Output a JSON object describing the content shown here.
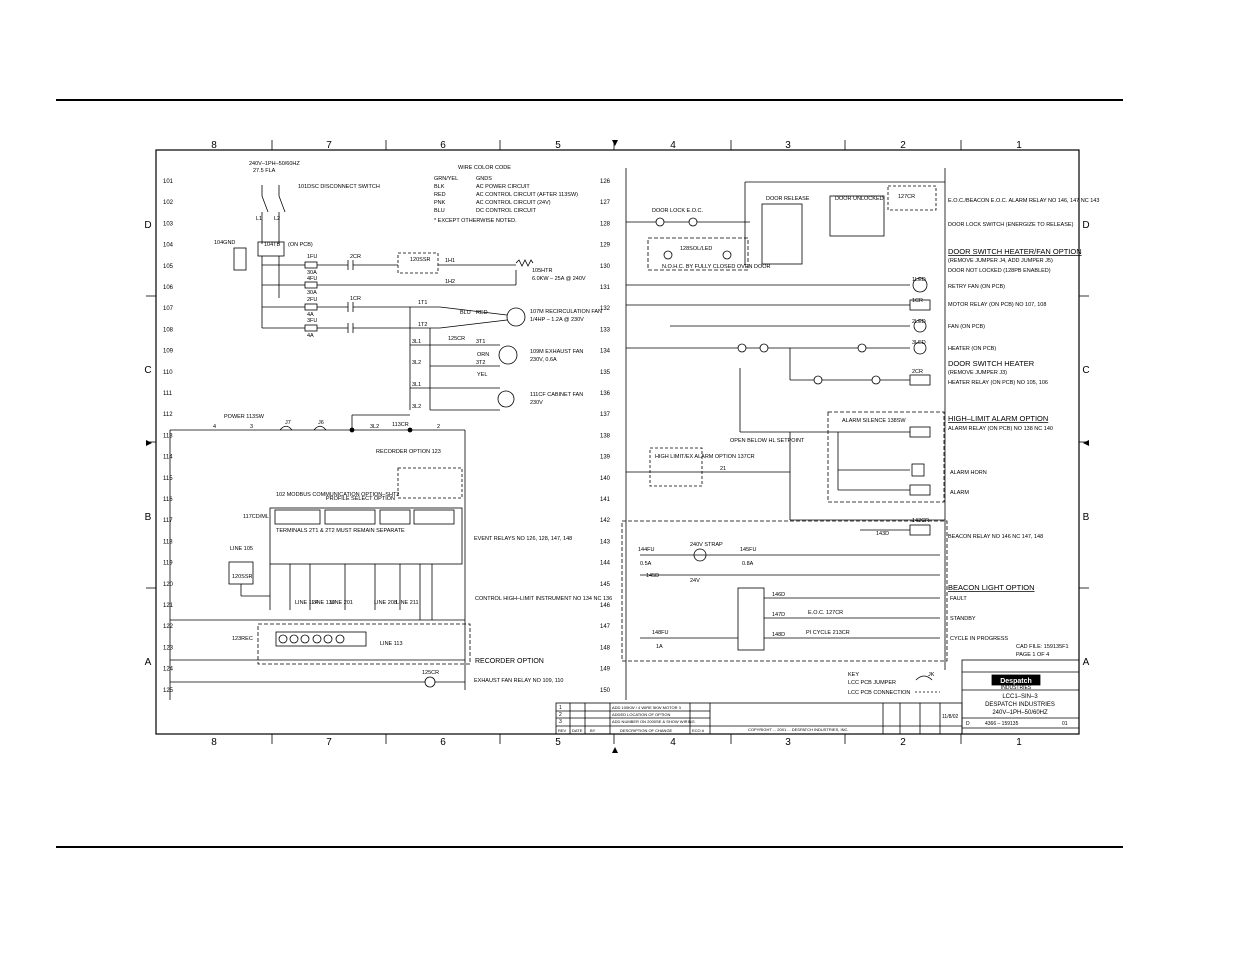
{
  "border": {
    "cols_top": [
      "8",
      "7",
      "6",
      "5",
      "4",
      "3",
      "2",
      "1"
    ],
    "cols_bottom": [
      "8",
      "7",
      "6",
      "5",
      "4",
      "3",
      "2",
      "1"
    ],
    "rows_left": [
      "D",
      "C",
      "B",
      "A"
    ],
    "rows_right": [
      "D",
      "C",
      "B",
      "A"
    ]
  },
  "line_numbers_left": [
    "101",
    "102",
    "103",
    "104",
    "105",
    "106",
    "107",
    "108",
    "109",
    "110",
    "111",
    "112",
    "113",
    "114",
    "115",
    "116",
    "117",
    "118",
    "119",
    "120",
    "121",
    "122",
    "123",
    "124",
    "125"
  ],
  "line_numbers_right": [
    "126",
    "127",
    "128",
    "129",
    "130",
    "131",
    "132",
    "133",
    "134",
    "135",
    "136",
    "137",
    "138",
    "139",
    "140",
    "141",
    "142",
    "143",
    "144",
    "145",
    "146",
    "147",
    "148",
    "149",
    "150"
  ],
  "left": {
    "supply": "240V–1PH–50/60HZ",
    "fla": "27.5 FLA",
    "disconnect": "101DSC DISCONNECT SWITCH",
    "l1": "L1",
    "l2": "L2",
    "ground": "104GND",
    "terminal": "104TB",
    "on_pcb": "(ON PCB)",
    "fuses": [
      {
        "tag": "1FU",
        "rating": "30A"
      },
      {
        "tag": "4FU",
        "rating": "30A"
      },
      {
        "tag": "2FU",
        "rating": "4A"
      },
      {
        "tag": "3FU",
        "rating": "4A"
      }
    ],
    "contact_2cr": "2CR",
    "contact_1cr": "1CR",
    "ssr": "120SSR",
    "heater_title": "105HTR",
    "heater_desc": "6.0KW – 25A @ 240V",
    "rec_fan_title": "107M RECIRCULATION FAN",
    "rec_fan_desc": "1/4HP – 1.2A @ 230V",
    "exh_fan_title": "109M EXHAUST FAN",
    "exh_fan_desc": "230V, 0.6A",
    "cab_fan_title": "111CF CABINET FAN",
    "cab_fan_desc": "230V",
    "wire_labels": [
      "1H1",
      "1H2",
      "1T1",
      "1T2",
      "3L1",
      "3L2",
      "125CR",
      "3T1",
      "3T2",
      "BLU",
      "RED",
      "ORN",
      "YEL",
      "3L1",
      "3L2"
    ],
    "color_code_title": "WIRE COLOR CODE",
    "color_code": [
      {
        "color": "GRN/YEL",
        "use": "GNDS"
      },
      {
        "color": "BLK",
        "use": "AC POWER CIRCUIT"
      },
      {
        "color": "RED",
        "use": "AC CONTROL CIRCUIT (AFTER 113SW)"
      },
      {
        "color": "PNK",
        "use": "AC CONTROL CIRCUIT (24V)"
      },
      {
        "color": "BLU",
        "use": "DC CONTROL CIRCUIT"
      }
    ],
    "color_note": "* EXCEPT OTHERWISE NOTED.",
    "power_switch": "POWER 113SW",
    "control_line": [
      "4",
      "3",
      "J7",
      "J6",
      "3L2",
      "113CR",
      "2"
    ],
    "modbus_title": "102 MODBUS COMMUNICATION OPTION–SHT2",
    "modbus_note": "TERMINALS 2T1 & 2T2 MUST REMAIN SEPARATE",
    "profile_title": "PROFILE SELECT OPTION",
    "recorder_opt": "RECORDER OPTION 123",
    "controller": "117CD/ML",
    "event_relays": "EVENT RELAYS NO 126, 128, 147, 148",
    "line_105": "LINE 105",
    "sensor": "120SSR",
    "lines_bottom": [
      "LINE 124",
      "LINE 130",
      "LINE 201",
      "LINE 208",
      "LINE 211"
    ],
    "control_hl": "CONTROL HIGH–LIMIT INSTRUMENT NO 134 NC 136",
    "recorder_label": "123REC",
    "line_113": "LINE 113",
    "recorder_option": "RECORDER OPTION",
    "exh_relay": "EXHAUST FAN RELAY NO 109, 110",
    "exh_relay_tag": "125CR"
  },
  "right": {
    "door_lock": "DOOR LOCK E.O.C.",
    "door_release": "DOOR RELEASE",
    "door_unlocked": "DOOR UNLOCKED",
    "eoc_relay_tag": "127CR",
    "eoc_relay": "E.O.C./BEACON E.O.C. ALARM RELAY NO 146, 147 NC 143",
    "door_lock_sw": "DOOR LOCK SWITCH (ENERGIZE TO RELEASE)",
    "door_sw_option": "DOOR SWITCH HEATER/FAN OPTION",
    "door_sw_option_note": "(REMOVE JUMPER J4, ADD JUMPER J5)",
    "door_not_locked": "DOOR NOT LOCKED (128PB ENABLED)",
    "sol_label": "128SOL/LED",
    "nohc_label": "N.O.H.C. BY FULLY CLOSED OVEN DOOR",
    "retry_fan": "RETRY FAN (ON PCB)",
    "motor_relay": "MOTOR RELAY (ON PCB) NO 107, 108",
    "fan_relay": "FAN (ON PCB)",
    "heater_pcb": "HEATER (ON PCB)",
    "door_sw_heater": "DOOR SWITCH HEATER",
    "door_sw_heater_note": "(REMOVE JUMPER J3)",
    "heater_relay": "HEATER RELAY (ON PCB) NO 105, 106",
    "led_tags": [
      "1LED",
      "1CR",
      "2LED",
      "3LED",
      "2CR"
    ],
    "hl_option": "HIGH–LIMIT ALARM OPTION",
    "alarm_silence": "ALARM SILENCE 138SW",
    "alarm_relay": "ALARM RELAY (ON PCB) NO 138 NC 140",
    "alarm_horn": "ALARM HORN",
    "alarm": "ALARM",
    "open_below": "OPEN BELOW HL SETPOINT",
    "hl_ex": "HIGH LIMIT/EX ALARM OPTION 137CR",
    "beacon_relay": "BEACON RELAY NO 146 NC 147, 148",
    "strap": "240V STRAP",
    "beacon_option": "BEACON LIGHT OPTION",
    "fault": "FAULT",
    "standby": "STANDBY",
    "cycle": "CYCLE IN PROGRESS",
    "eoc_short": "E.O.C. 127CR",
    "pi_cycle": "PI CYCLE 213CR",
    "key_title": "KEY",
    "key_jumper": "LCC PCB JUMPER",
    "key_conn": "LCC PCB CONNECTION",
    "jk": "JK",
    "cad_file": "CAD FILE: 159135F1",
    "page": "PAGE 1 OF 4",
    "fuse_tags": [
      "144FU",
      "145FU",
      "148FU"
    ],
    "fuse_ratings": [
      "0.5A",
      "0.8A",
      "1A"
    ],
    "nums": [
      "24V",
      "21",
      "143CR",
      "143D",
      "145D",
      "146D",
      "147D",
      "148D"
    ]
  },
  "title_block": {
    "company_logo": "Despatch",
    "company_sub": "INDUSTRIES",
    "line1": "LCC1–SIN–3",
    "line2": "DESPATCH INDUSTRIES",
    "line3": "240V–1PH–50/60HZ",
    "dwg_no": "4366 – 159135",
    "rev": "01",
    "size": "D",
    "date": "11/8/02",
    "copyright": "COPYRIGHT ... 2001 ... DESPATCH INDUSTRIES, INC.",
    "revisions": [
      {
        "rev": "1",
        "desc": "ADD 100KW / 4 WIRE 5KW MOTOR 3"
      },
      {
        "rev": "2",
        "desc": "ADDED LOCATION OF OPTION"
      },
      {
        "rev": "3",
        "desc": "ADD NUMBER ON 2000SE & SHOW WIRING"
      }
    ],
    "cols": [
      "REV",
      "DATE",
      "BY",
      "DESCRIPTION OF CHANGE",
      "ECO #"
    ]
  }
}
